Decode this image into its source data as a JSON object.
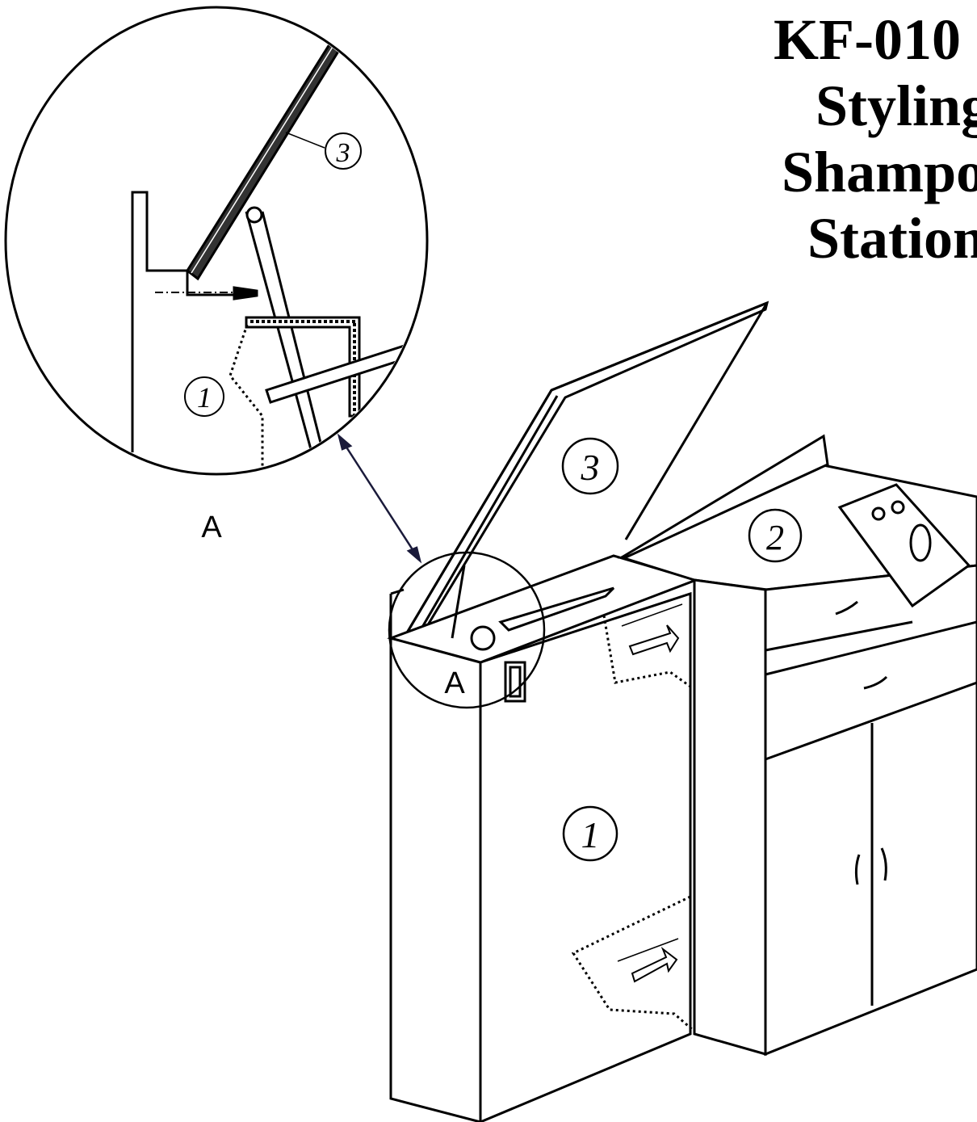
{
  "title": {
    "line1": "KF-010",
    "line2": "Styling",
    "line3": "Shampo",
    "line4": "Station"
  },
  "detail_label": "A",
  "detail_marker": "A",
  "part_numbers": {
    "lid": "3",
    "side_cabinet": "2",
    "front_cabinet": "1",
    "detail_lid": "3",
    "detail_cabinet": "1"
  },
  "colors": {
    "line": "#000000",
    "background": "#ffffff",
    "arrow": "#1a1a3a"
  }
}
